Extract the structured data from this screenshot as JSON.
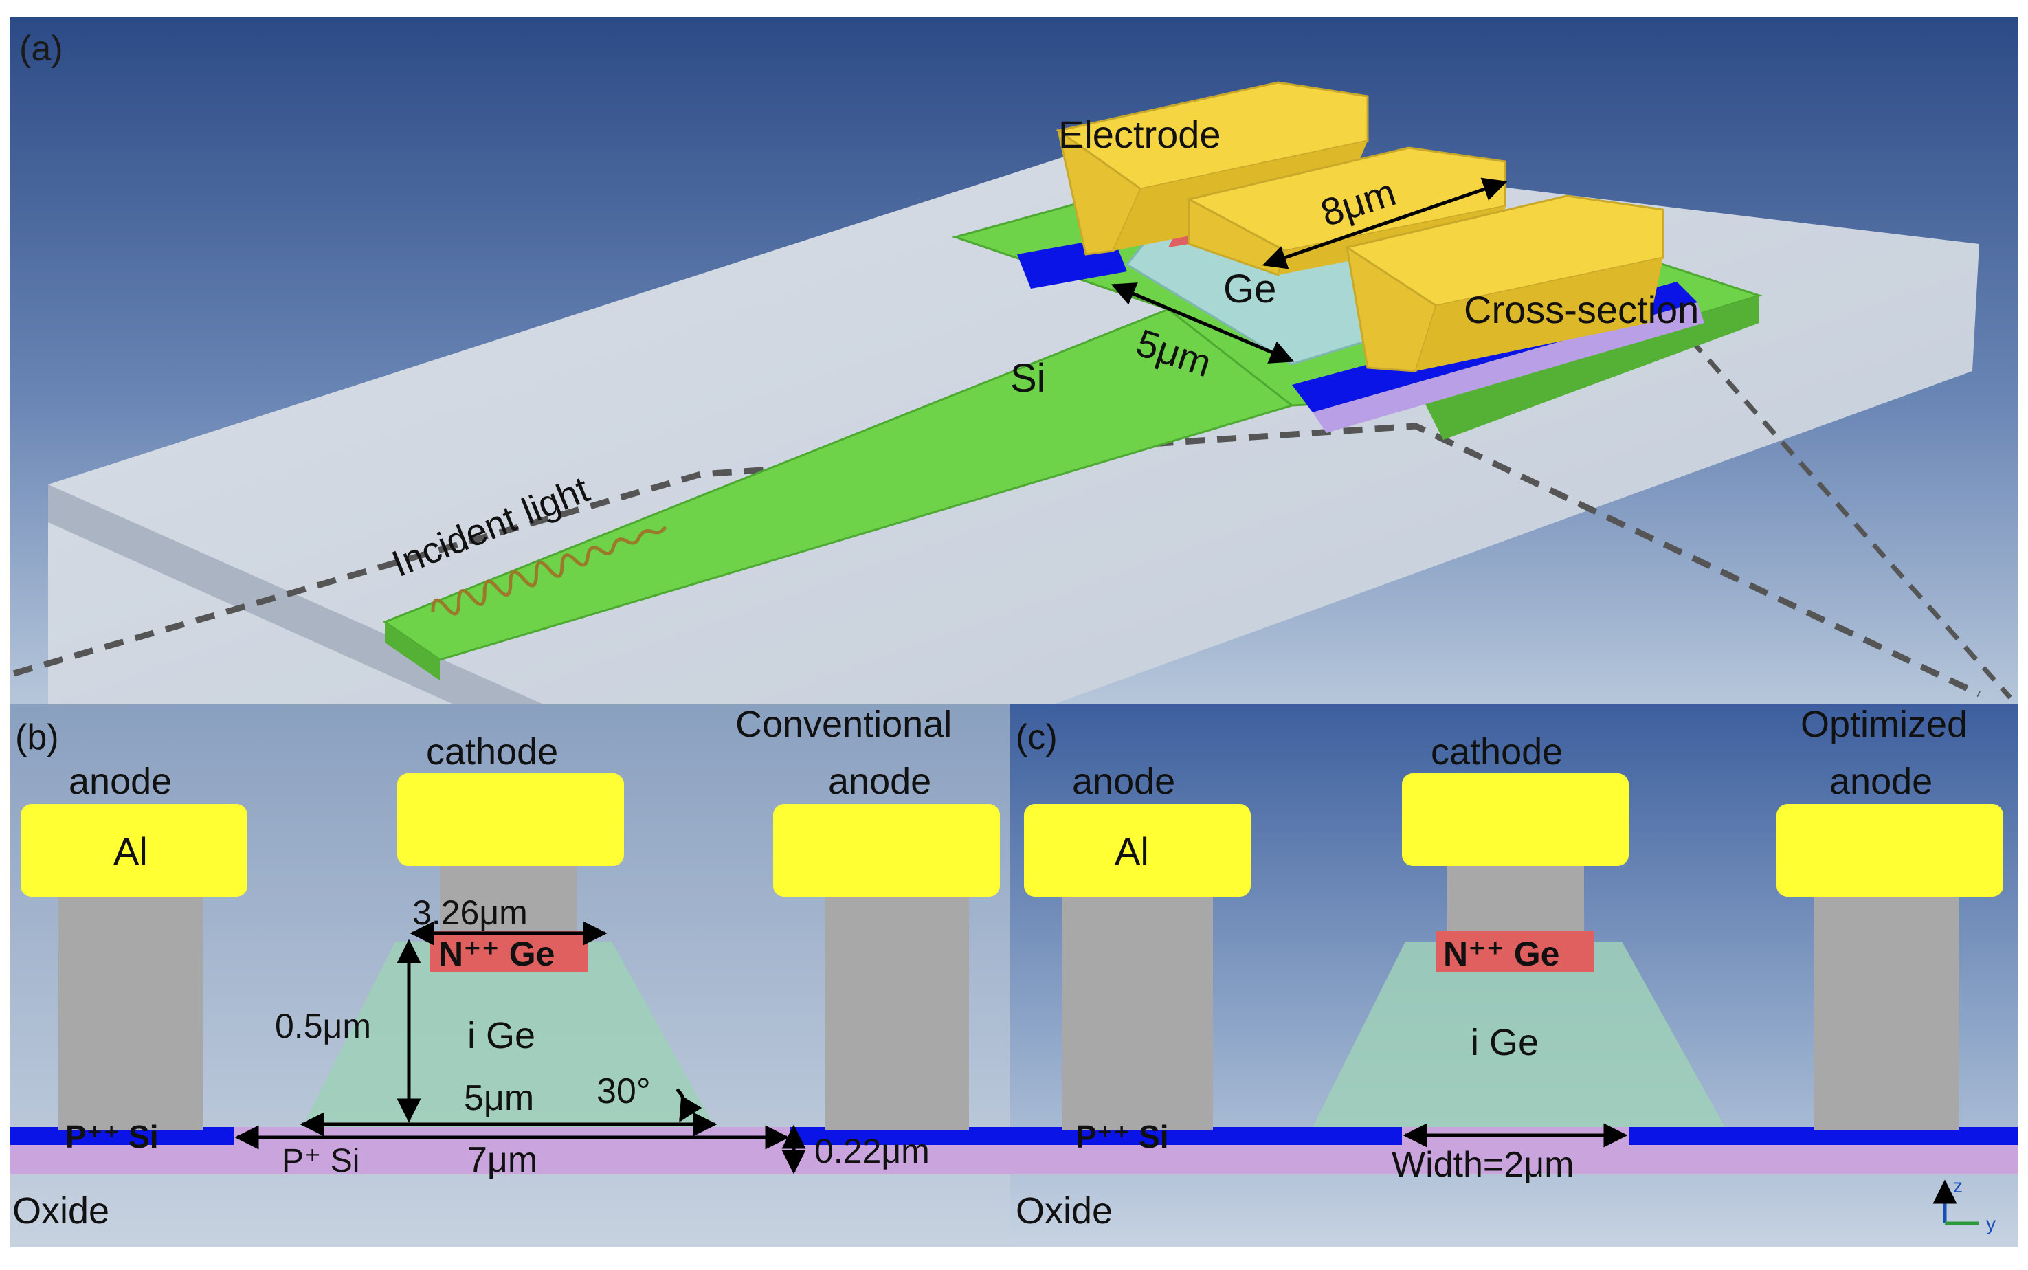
{
  "panel_a": {
    "tag": "(a)",
    "electrode": "Electrode",
    "length": "8μm",
    "ge": "Ge",
    "width": "5μm",
    "si": "Si",
    "cross_section": "Cross-section",
    "incident_light": "Incident light"
  },
  "panel_b": {
    "tag": "(b)",
    "title_line1": "Conventional",
    "title_line2": "anode",
    "anode": "anode",
    "al": "Al",
    "cathode": "cathode",
    "n_ge": "N⁺⁺ Ge",
    "i_ge": "i Ge",
    "top_width": "3.26μm",
    "height": "0.5μm",
    "bottom_width": "5μm",
    "angle": "30°",
    "p_si": "P⁺ Si",
    "p_plus_plus_si": "P⁺⁺ Si",
    "si_width": "7μm",
    "si_thickness": "0.22μm",
    "oxide": "Oxide"
  },
  "panel_c": {
    "tag": "(c)",
    "title_line1": "Optimized",
    "title_line2": "anode",
    "anode": "anode",
    "al": "Al",
    "cathode": "cathode",
    "n_ge": "N⁺⁺ Ge",
    "i_ge": "i Ge",
    "p_plus_plus_si": "P⁺⁺ Si",
    "width_label": "Width=2μm",
    "oxide": "Oxide",
    "axis_z": "z",
    "axis_y": "y"
  },
  "colors": {
    "background_top": "#2e4f8f",
    "background_bottom": "#9fb6cf",
    "si_green": "#6fd34a",
    "electrode_yellow": "#f5d542",
    "al_yellow": "#ffff33",
    "ge_teal": "#9fd0cf",
    "n_ge_red": "#e06060",
    "p_si_blue": "#0a14e6",
    "oxide_purple": "#c9a4dd",
    "via_gray": "#a8a8a8"
  }
}
